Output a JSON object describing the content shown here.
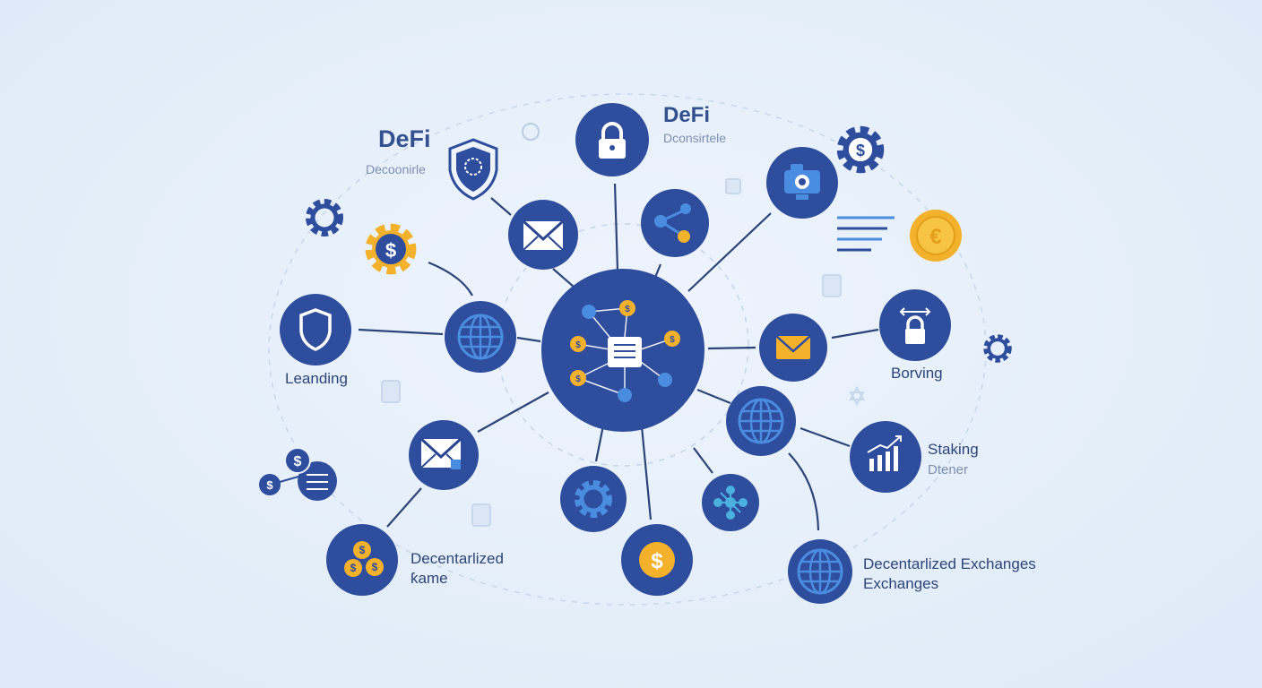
{
  "colors": {
    "node": "#2e4d9c",
    "node_dark": "#2a4590",
    "accent_gold": "#f3b12c",
    "accent_blue": "#4a8de0",
    "line": "#2d4478",
    "text": "#2d4478",
    "background": "#e8f1fb"
  },
  "labels": {
    "defi_left_title": "DeFi",
    "defi_left_sub": "Decoonirle",
    "defi_top_title": "DeFi",
    "defi_top_sub": "Dconsirtele",
    "lending": "Leanding",
    "borrowing": "Borving",
    "staking_title": "Staking",
    "staking_sub": "Dtener",
    "dex_line1": "Decentarlized Exchanges",
    "dex_line2": "Exchanges",
    "game_line1": "Decentarlized",
    "game_line2": "ƙame"
  },
  "nodes": [
    {
      "id": "hub",
      "icon": "network-document-icon"
    },
    {
      "id": "lock-top",
      "icon": "lock-icon"
    },
    {
      "id": "mail-upper-left",
      "icon": "envelope-icon"
    },
    {
      "id": "share-top",
      "icon": "share-nodes-icon"
    },
    {
      "id": "camera-top-right",
      "icon": "camera-icon"
    },
    {
      "id": "shield-lending",
      "icon": "shield-icon"
    },
    {
      "id": "globe-left",
      "icon": "globe-icon"
    },
    {
      "id": "mail-right",
      "icon": "envelope-icon"
    },
    {
      "id": "lock-borrowing",
      "icon": "lock-icon"
    },
    {
      "id": "globe-right",
      "icon": "globe-icon"
    },
    {
      "id": "chart-staking",
      "icon": "bar-chart-icon"
    },
    {
      "id": "mail-lower-left",
      "icon": "envelope-icon"
    },
    {
      "id": "coins-game",
      "icon": "coins-icon"
    },
    {
      "id": "gear-bottom",
      "icon": "gear-icon"
    },
    {
      "id": "dollar-bottom",
      "icon": "dollar-icon"
    },
    {
      "id": "network-bottom",
      "icon": "network-icon"
    },
    {
      "id": "globe-dex",
      "icon": "globe-icon"
    }
  ]
}
